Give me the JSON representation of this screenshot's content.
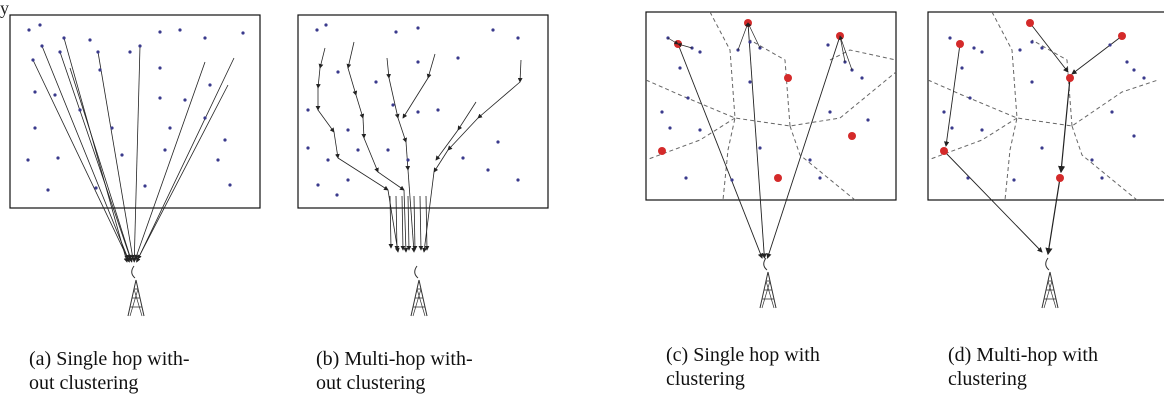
{
  "figure": {
    "top_fragment": "y",
    "panels": [
      {
        "id": "a",
        "caption_lines": [
          "(a) Single hop with-",
          "out clustering"
        ]
      },
      {
        "id": "b",
        "caption_lines": [
          "(b) Multi-hop with-",
          "out clustering"
        ]
      },
      {
        "id": "c",
        "caption_lines": [
          "(c) Single hop with",
          "clustering"
        ]
      },
      {
        "id": "d",
        "caption_lines": [
          "(d) Multi-hop with",
          "clustering"
        ]
      }
    ],
    "colors": {
      "sensor_node": "#3a3a8c",
      "cluster_head": "#d42a2a",
      "edge": "#222222",
      "cluster_boundary": "#666666"
    },
    "icons": [
      "base-station-tower-icon",
      "sensor-node-icon",
      "cluster-head-icon"
    ]
  }
}
